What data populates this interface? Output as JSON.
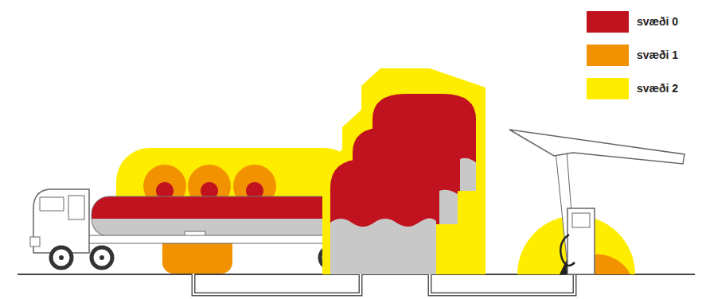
{
  "diagram": {
    "legend": [
      {
        "text": "svæði 0",
        "color": "#c1121f"
      },
      {
        "text": "svæði 1",
        "color": "#f39200"
      },
      {
        "text": "svæði 2",
        "color": "#ffed00"
      }
    ]
  }
}
